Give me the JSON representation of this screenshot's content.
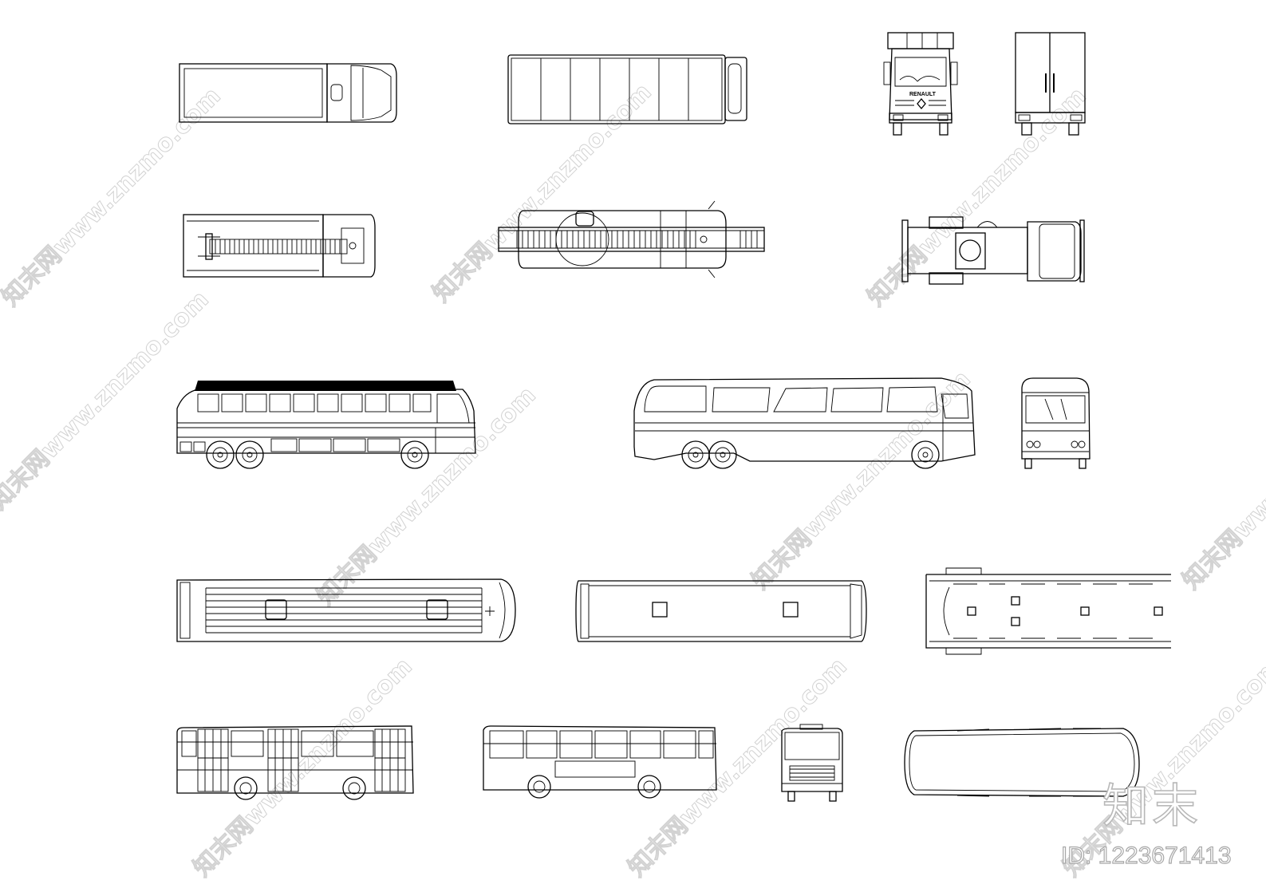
{
  "front_truck_badge": "RENAULT",
  "watermark_text": "知末网www.znzmo.com",
  "brand_mark": "知末",
  "image_id": "ID: 1223671413",
  "colors": {
    "line": "#000000",
    "watermark": "#cfcfcf",
    "background": "#ffffff"
  }
}
